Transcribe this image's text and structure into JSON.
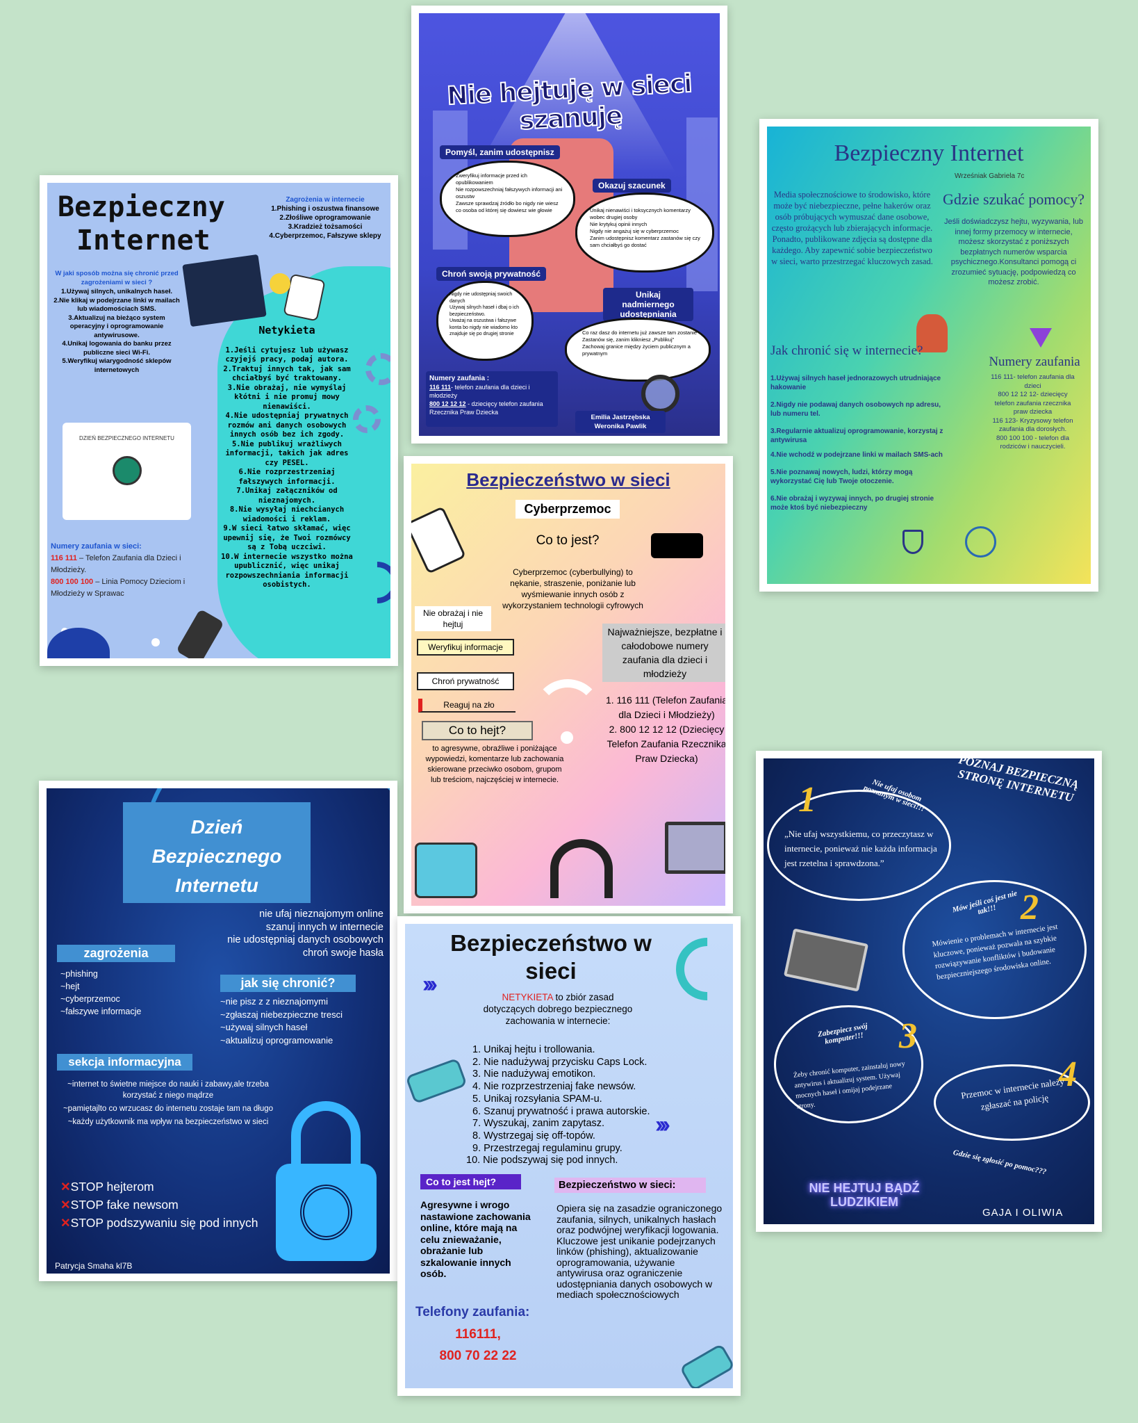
{
  "p1": {
    "title1": "Bezpieczny",
    "title2": "Internet",
    "threats_title": "Zagrożenia w internecie",
    "threats": [
      "1.Phishing i oszustwa finansowe",
      "2.Złośliwe oprogramowanie",
      "3.Kradzież tożsamości",
      "4.Cyberprzemoc, Fałszywe sklepy"
    ],
    "protect_title": "W jaki sposób można się chronić przed zagrożeniami w sieci ?",
    "protect": [
      "1.Używaj silnych, unikalnych haseł.",
      "2.Nie klikaj w podejrzane linki w mailach lub wiadomościach SMS.",
      "3.Aktualizuj na bieżąco system operacyjny i oprogramowanie antywirusowe.",
      "4.Unikaj logowania do banku przez publiczne sieci Wi-Fi.",
      "5.Weryfikuj wiarygodność sklepów internetowych"
    ],
    "badge_text": "DZIEŃ BEZPIECZNEGO INTERNETU",
    "phones_title": "Numery zaufania w sieci:",
    "phone1_num": "116 111",
    "phone1_text": "– Telefon Zaufania dla Dzieci i Młodzieży.",
    "phone2_num": "800 100 100",
    "phone2_text": "– Linia Pomocy Dzieciom i Młodzieży w Sprawac",
    "netiquette_title": "Netykieta",
    "netiquette": "1.Jeśli cytujesz lub używasz czyjejś pracy, podaj autora.\n2.Traktuj innych tak, jak sam chciałbyś być traktowany.\n3.Nie obrażaj, nie wymyślaj kłótni i nie promuj mowy nienawiści.\n4.Nie udostępniaj prywatnych rozmów ani danych osobowych innych osób bez ich zgody.\n5.Nie publikuj wrażliwych informacji, takich jak adres czy PESEL.\n6.Nie rozprzestrzeniaj fałszywych informacji.\n7.Unikaj załączników od nieznajomych.\n8.Nie wysyłaj niechcianych wiadomości i reklam.\n9.W sieci łatwo skłamać, więc upewnij się, że Twoi rozmówcy są z Tobą uczciwi.\n10.W internecie wszystko można upublicznić, więc unikaj rozpowszechniania informacji osobistych."
  },
  "p2": {
    "title": "Nie hejtuję w sieci szanuję",
    "tag1": "Pomyśl, zanim udostępnisz",
    "list1": [
      "Zweryfikuj informacje przed ich opublikowaniem",
      "Nie rozpowszechniaj fałszywych informacji ani oszustw",
      "Zawsze sprawdzaj źródło bo nigdy nie wiesz co osoba od której się dowiesz wie głowie"
    ],
    "tag2": "Okazuj szacunek",
    "list2": [
      "Unikaj nienawiści i toksycznych komentarzy wobec drugiej osoby",
      "Nie krytykuj opinii innych",
      "Nigdy nie angażuj się w cyberprzemoc",
      "Zanim udostępnisz komentarz zastanów się czy sam chciałbyś go dostać"
    ],
    "tag3": "Chroń swoją prywatność",
    "list3": [
      "Nigdy nie udostępniaj swoich danych",
      "Używaj silnych haseł i dbaj o ich bezpieczeństwo.",
      "Uważaj na oszustwa i fałszywe konta bo nigdy nie wiadomo kto znajduje się po drugiej stronie"
    ],
    "tag4": "Unikaj nadmiernego udostępniania",
    "list4": [
      "Co raz dasz do internetu już zawsze tam zostanie",
      "Zastanów się, zanim klikniesz „Publikuj”",
      "Zachowaj granice między życiem publicznym a prywatnym"
    ],
    "phones_title": "Numery zaufania :",
    "phone1_num": "116 111",
    "phone1_text": "- telefon zaufania dla dzieci i młodzieży",
    "phone2_num": "800 12 12 12",
    "phone2_text": "- dziecięcy telefon zaufania Rzecznika Praw Dziecka",
    "authors": [
      "Emilia Jastrzębska",
      "Weronika Pawlik"
    ]
  },
  "p3": {
    "title": "Bezpieczny Internet",
    "author": "Wrześniak Gabriela 7c",
    "intro": "Media społecznościowe to środowisko, które może być niebezpieczne, pełne hakerów oraz osób próbujących wymuszać dane osobowe, często grożących lub zbierających informacje. Ponadto, publikowane zdjęcia są dostępne dla każdego. Aby zapewnić sobie bezpieczeństwo w sieci, warto przestrzegać kluczowych zasad.",
    "help_title": "Gdzie szukać pomocy?",
    "help_text": "Jeśli doświadczysz hejtu, wyzywania, lub innej formy przemocy w internecie, możesz skorzystać z poniższych bezpłatnych numerów wsparcia psychicznego.Konsultanci pomogą ci zrozumieć sytuację, podpowiedzą co możesz zrobić.",
    "protect_title": "Jak chronić się w internecie?",
    "rules": [
      "1.Używaj silnych haseł jednorazowych utrudniające hakowanie",
      "2.Nigdy nie podawaj danych osobowych np adresu, lub numeru tel.",
      "3.Regularnie aktualizuj oprogramowanie, korzystaj z antywirusa",
      "4.Nie wchodź w podejrzane linki w mailach SMS-ach",
      "5.Nie poznawaj nowych, ludzi, którzy mogą wykorzystać Cię lub Twoje otoczenie.",
      "6.Nie obrażaj i wyzywaj innych, po drugiej stronie może ktoś być niebezpieczny"
    ],
    "trust_title": "Numery zaufania",
    "trust_text": "116 111- telefon zaufania dla dzieci\n800 12 12 12- dziecięcy telefon zaufania rzecznika praw dziecka\n116 123- Kryzysowy telefon zaufania dla dorosłych.\n800 100 100 - telefon dla rodziców i nauczycieli."
  },
  "p4": {
    "title": "Bezpieczeństwo w sieci",
    "subtitle": "Cyberprzemoc",
    "question": "Co to jest?",
    "definition": "Cyberprzemoc (cyberbullying) to nękanie, straszenie, poniżanie lub wyśmiewanie innych osób z wykorzystaniem technologii cyfrowych",
    "tips": [
      "Nie obrażaj i nie hejtuj",
      "Weryfikuj informacje",
      "Chroń prywatność",
      "Reaguj na zło"
    ],
    "hate_title": "Co to hejt?",
    "hate_text": "to agresywne, obraźliwe i poniżające wypowiedzi, komentarze lub zachowania skierowane przeciwko osobom, grupom lub treściom, najczęściej w internecie.",
    "numbers_title": "Najważniejsze, bezpłatne i całodobowe numery zaufania dla dzieci i młodzieży",
    "numbers": "1. 116 111 (Telefon Zaufania dla Dzieci i Młodzieży)\n2. 800 12 12 12 (Dziecięcy Telefon Zaufania Rzecznika Praw Dziecka)"
  },
  "p5": {
    "title": "POZNAJ BEZPIECZNĄ STRONĘ INTERNETU",
    "n1": "1",
    "h1": "Nie ufaj osobom poznanym w sieci!!!",
    "t1": "„Nie ufaj wszystkiemu, co przeczytasz w internecie, ponieważ nie każda informacja jest rzetelna i sprawdzona.”",
    "n2": "2",
    "h2": "Mów jeśli coś jest nie tak!!!",
    "t2": "Mówienie o problemach w internecie jest kluczowe, ponieważ pozwala na szybkie rozwiązywanie konfliktów i budowanie bezpieczniejszego środowiska online.",
    "n3": "3",
    "h3": "Zabezpiecz swój komputer!!!",
    "t3": "Żeby chronić komputer, zainstaluj nowy antywirus i aktualizuj system. Używaj mocnych haseł i omijaj podejrzane strony.",
    "n4": "4",
    "t4": "Przemoc w internecie należy zgłaszać na policję",
    "h5": "Gdzie się zgłosić po pomoc???",
    "neon": "NIE HEJTUJ BĄDŹ LUDZIKIEM",
    "authors": "GAJA I OLIWIA"
  },
  "p6": {
    "title": "Dzień Bezpiecznego Internetu",
    "intro": [
      "nie ufaj nieznajomym online",
      "szanuj innych w internecie",
      "nie udostępniaj danych osobowych",
      "chroń swoje hasła"
    ],
    "threats_title": "zagrożenia",
    "threats": [
      "~phishing",
      "~hejt",
      "~cyberprzemoc",
      "~fałszywe informacje"
    ],
    "protect_title": "jak się chronić?",
    "protect": [
      "~nie pisz z z nieznajomymi",
      "~zgłaszaj niebezpieczne tresci",
      "~używaj silnych haseł",
      "~aktualizuj oprogramowanie"
    ],
    "info_title": "sekcja informacyjna",
    "info": [
      "~internet to świetne miejsce do nauki i zabawy,ale trzeba korzystać z niego mądrze",
      "~pamiętajlto co wrzucasz do internetu zostaje tam na długo",
      "~każdy użytkownik ma wpływ na bezpieczeństwo w sieci"
    ],
    "stops": [
      "STOP hejterom",
      "STOP fake newsom",
      "STOP podszywaniu się pod innych"
    ],
    "author": "Patrycja Smaha kl7B"
  },
  "p7": {
    "title": "Bezpieczeństwo w sieci",
    "intro_red": "NETYKIETA",
    "intro": "to zbiór zasad dotyczących dobrego bezpiecznego zachowania w internecie:",
    "rules": [
      "1. Unikaj hejtu i trollowania.",
      "2. Nie nadużywaj przycisku Caps Lock.",
      "3. Nie nadużywaj emotikon.",
      "4. Nie rozprzestrzeniaj fake newsów.",
      "5. Unikaj rozsyłania SPAM-u.",
      "6. Szanuj prywatność i prawa autorskie.",
      "7. Wyszukaj, zanim zapytasz.",
      "8. Wystrzegaj się off-topów.",
      "9. Przestrzegaj regulaminu grupy.",
      "10. Nie podszywaj się pod innych."
    ],
    "hate_title": "Co to jest hejt?",
    "hate_text": "Agresywne i wrogo nastawione zachowania online, które mają na celu znieważanie, obrażanie lub szkalowanie innych osób.",
    "safety_title": "Bezpieczeństwo w sieci:",
    "safety_text": "Opiera się na zasadzie ograniczonego zaufania, silnych, unikalnych hasłach oraz podwójnej weryfikacji logowania. Kluczowe jest unikanie podejrzanych linków (phishing), aktualizowanie oprogramowania, używanie antywirusa oraz ograniczenie udostępniania danych osobowych w mediach społecznościowych",
    "phones_title": "Telefony zaufania:",
    "phone1": "116111,",
    "phone2": "800 70 22 22"
  }
}
